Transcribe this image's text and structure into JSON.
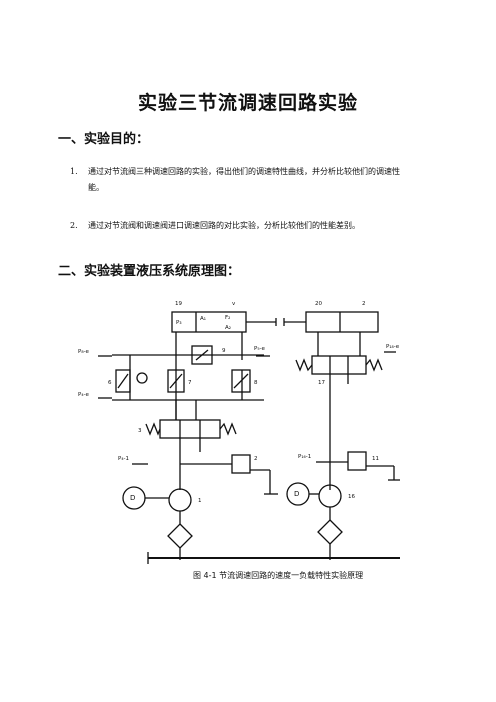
{
  "title": "实验三节流调速回路实验",
  "section1": {
    "heading": "一、实验目的："
  },
  "items": [
    {
      "num": "1.",
      "line1": "通过对节流阀三种调速回路的实验，得出他们的调速特性曲线，并分析比较他们的调速性",
      "line2": "能。"
    },
    {
      "num": "2.",
      "line1": "通过对节流阀和调速阀进口调速回路的对比实验，分析比较他们的性能差别。"
    }
  ],
  "section2": {
    "heading": "二、实验装置液压系统原理图："
  },
  "diagram": {
    "caption": "图 4-1 节流调速回路的速度一负载特性实验原理",
    "labels": {
      "cyl19": "19",
      "cyl19_v": "v",
      "cyl20": "20",
      "cyl20_2": "2",
      "p3": "P₃",
      "a1": "A₁",
      "f": "F₂",
      "a2": "A₂",
      "pb_e": "P₈-e",
      "pa_e": "P₅-e",
      "pa_a": "P₄-e",
      "p18": "P₁₈-e",
      "v9": "9",
      "v6": "6",
      "v7": "7",
      "v8": "8",
      "v3": "3",
      "v17": "17",
      "pa1": "P₄-1",
      "r2": "2",
      "p16": "P₁₆-1",
      "r11": "11",
      "motor1": "D",
      "pump1": "1",
      "motor2": "D",
      "pump2": "16"
    }
  }
}
